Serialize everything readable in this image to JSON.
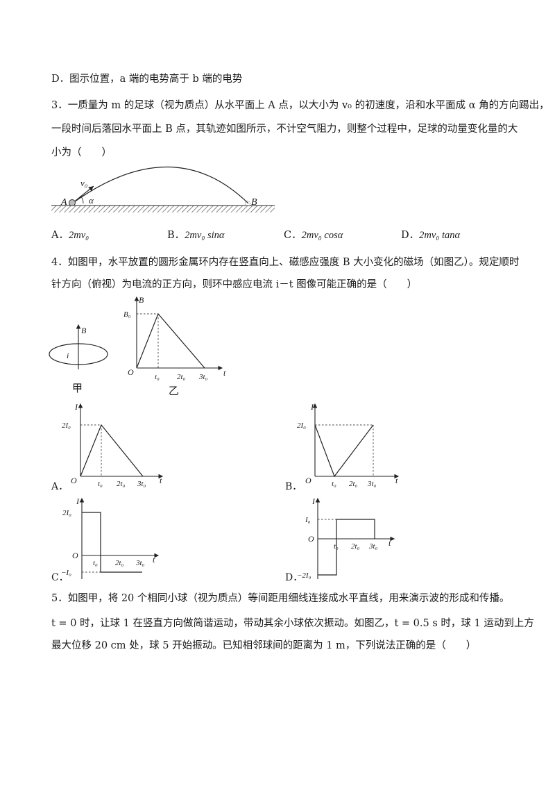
{
  "q2": {
    "optD": "D．图示位置，a 端的电势高于 b 端的电势"
  },
  "q3": {
    "line1": "3．一质量为 m 的足球（视为质点）从水平面上 A 点，以大小为 v₀ 的初速度，沿和水平面成 α 角的方向踢出，",
    "line2": "一段时间后落回水平面上 B 点，其轨迹如图所示，不计空气阻力，则整个过程中，足球的动量变化量的大",
    "line3": "小为（　　）",
    "fig": {
      "A": "A",
      "B": "B",
      "v0": "v₀",
      "alpha": "α"
    },
    "options": [
      {
        "letter": "A．",
        "expr": "2mv₀"
      },
      {
        "letter": "B．",
        "expr": "2mv₀ sinα"
      },
      {
        "letter": "C．",
        "expr": "2mv₀ cosα"
      },
      {
        "letter": "D．",
        "expr": "2mv₀ tanα"
      }
    ]
  },
  "q4": {
    "line1": "4．如图甲，水平放置的圆形金属环内存在竖直向上、磁感应强度 B 大小变化的磁场（如图乙）。规定顺时",
    "line2": "针方向（俯视）为电流的正方向，则环中感应电流 i－t 图像可能正确的是（　　）",
    "figJia": {
      "B": "B",
      "i": "i",
      "caption": "甲"
    },
    "figYi": {
      "caption": "乙",
      "ylabel": "B",
      "xlabel": "t",
      "origin": "O",
      "ymax": "B₀",
      "ticks": [
        "t₀",
        "2t₀",
        "3t₀"
      ]
    },
    "options": {
      "A": {
        "letter": "A．",
        "ylabel": "I",
        "xlabel": "t",
        "origin": "O",
        "yTick": "2I₀",
        "ticks": [
          "t₀",
          "2t₀",
          "3t₀"
        ]
      },
      "B": {
        "letter": "B．",
        "ylabel": "I",
        "xlabel": "t",
        "origin": "O",
        "yTick": "2I₀",
        "ticks": [
          "t₀",
          "2t₀",
          "3t₀"
        ]
      },
      "C": {
        "letter": "C．",
        "ylabel": "I",
        "xlabel": "t",
        "origin": "O",
        "yTickTop": "2I₀",
        "yTickBottom": "−I₀",
        "ticks": [
          "t₀",
          "2t₀",
          "3t₀"
        ]
      },
      "D": {
        "letter": "D．",
        "ylabel": "I",
        "xlabel": "t",
        "origin": "O",
        "yTickTop": "I₀",
        "yTickBottom": "−2I₀",
        "ticks": [
          "t₀",
          "2t₀",
          "3t₀"
        ]
      }
    }
  },
  "q5": {
    "line1": "5．如图甲，将 20 个相同小球（视为质点）等间距用细线连接成水平直线，用来演示波的形成和传播。",
    "line2": "t = 0 时，让球 1 在竖直方向做简谐运动，带动其余小球依次振动。如图乙，t = 0.5 s 时，球 1 运动到上方",
    "line3": "最大位移 20 cm 处，球 5 开始振动。已知相邻球间的距离为 1 m，下列说法正确的是（　　）"
  }
}
